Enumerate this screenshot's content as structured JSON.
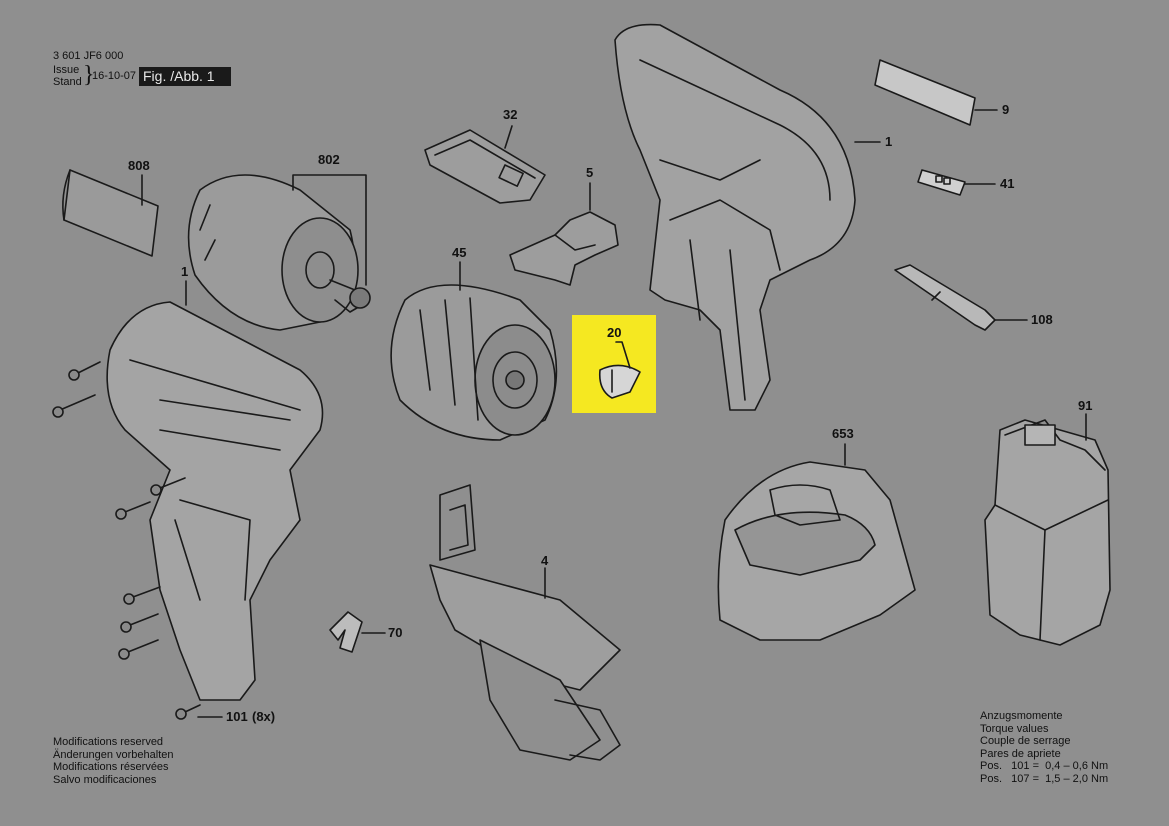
{
  "header": {
    "model_number": "3 601 JF6 000",
    "issue_label": "Issue",
    "stand_label": "Stand",
    "date": "16-10-07",
    "figure_label": "Fig. /Abb. 1"
  },
  "parts": {
    "p808": "808",
    "p802": "802",
    "p1_left": "1",
    "p32": "32",
    "p5": "5",
    "p45": "45",
    "p20": "20",
    "p1_right": "1",
    "p9": "9",
    "p41": "41",
    "p108": "108",
    "p653": "653",
    "p91": "91",
    "p4": "4",
    "p70": "70",
    "p101": "101",
    "p101_qty": "(8x)"
  },
  "highlight": {
    "part": "20",
    "color": "#f5e821"
  },
  "notes": [
    "Modifications reserved",
    "Änderungen vorbehalten",
    "Modifications réservées",
    "Salvo modificaciones"
  ],
  "torque": {
    "lines": [
      "Anzugsmomente",
      "Torque values",
      "Couple de serrage",
      "Pares de apriete"
    ],
    "pos1": "Pos.   101 =  0,4 – 0,6 Nm",
    "pos2": "Pos.   107 =  1,5 – 2,0 Nm"
  }
}
